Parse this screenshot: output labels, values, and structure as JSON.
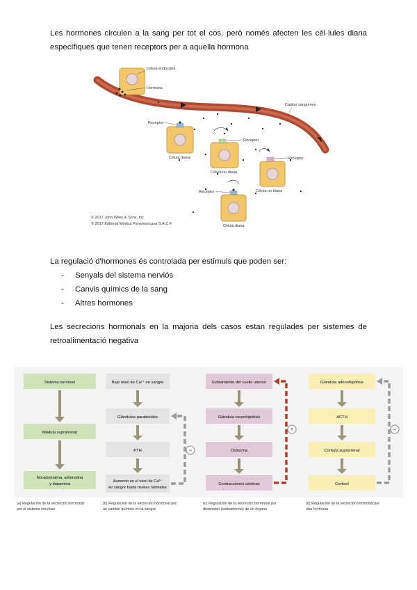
{
  "intro": {
    "line1": "Les hormones circulen a la sang per tot el cos, però només afecten les cèl·lules diana",
    "line2": "específiques que tenen receptors per a aquella hormona"
  },
  "figure1": {
    "labels": {
      "endocrine_cell": "Célula endocrina",
      "hormone": "Hormona",
      "capillary": "Capilar sanguíneo",
      "receptor": "Receptor",
      "target_cell": "Célula diana",
      "non_target_cell": "Célula no diana"
    },
    "copyright1": "© 2017 John Wiley & Sons, Inc",
    "copyright2": "© 2017 Editorial Médica Panamericana S.A.C.F."
  },
  "regulation": {
    "intro": "La regulació d'hormones és controlada per estímuls que poden ser:",
    "items": [
      "Senyals del sistema nerviós",
      "Canvis químics de la sang",
      "Altres hormones"
    ]
  },
  "feedback": {
    "line1": "Les secrecions hormonals en la majoria dels casos estan regulades per sistemes de",
    "line2": "retroalimentació negativa"
  },
  "figure2": {
    "colors": {
      "green": "#cfe3b9",
      "gray": "#e4e4e4",
      "pink": "#e2c9d9",
      "yellow": "#faf0b5",
      "arrow": "#9a9478",
      "dashed": "#9a9a9a",
      "positive": "#b5402a"
    },
    "panel_a": {
      "boxes": [
        "Sistema nervioso",
        "Médula suprarrenal",
        "Noradrenalina, adrenalina y dopamina"
      ],
      "caption1": "(a) Regulación de la secreción hormonal",
      "caption2": "por el sistema nervioso"
    },
    "panel_b": {
      "boxes": [
        "Bajo nivel de Ca²⁺ en sangre",
        "Glándulas paratiroides",
        "PTH",
        "Aumento en el nivel de Ca²⁺ en sangre hasta niveles normales"
      ],
      "sign": "−",
      "caption1": "(b) Regulación de la secreción hormonal por",
      "caption2": "un cambio químico en la sangre"
    },
    "panel_c": {
      "boxes": [
        "Estiramiento del cuello uterino",
        "Glándula neurohipófisis",
        "Oxitocina",
        "Contracciones uterinas"
      ],
      "sign": "+",
      "caption1": "(c) Regulación de la secreción hormonal por",
      "caption2": "distensión (estiramiento) de un órgano"
    },
    "panel_d": {
      "boxes": [
        "Glándula adenohipófisis",
        "ACTH",
        "Corteza suprarrenal",
        "Cortisol"
      ],
      "sign": "−",
      "caption1": "(d) Regulación de la secreción hormonal por",
      "caption2": "otra hormona"
    }
  }
}
